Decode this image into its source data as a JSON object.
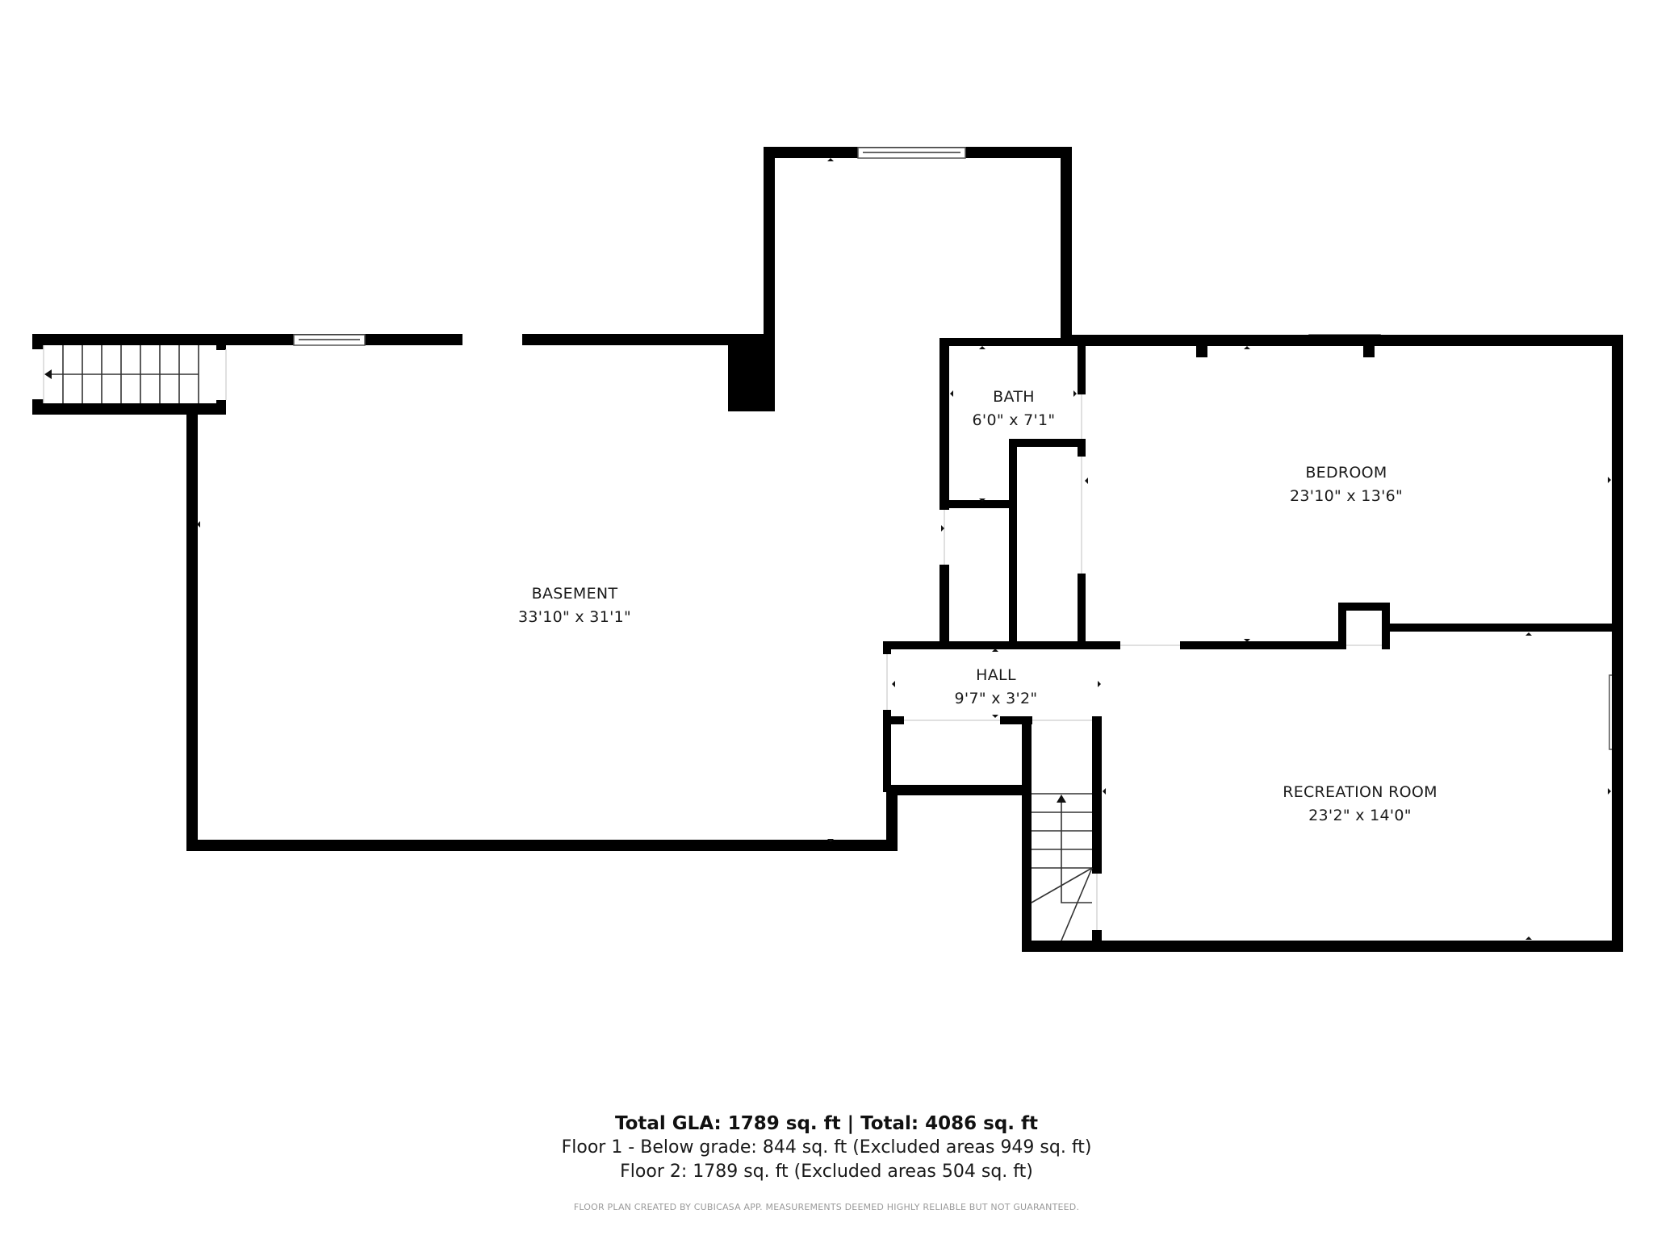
{
  "floor_plan": {
    "rooms": [
      {
        "id": "basement",
        "name": "BASEMENT",
        "dimensions": "33'10\" x 31'1\""
      },
      {
        "id": "bath",
        "name": "BATH",
        "dimensions": "6'0\" x 7'1\""
      },
      {
        "id": "bedroom",
        "name": "BEDROOM",
        "dimensions": "23'10\" x 13'6\""
      },
      {
        "id": "hall",
        "name": "HALL",
        "dimensions": "9'7\" x 3'2\""
      },
      {
        "id": "recreation",
        "name": "RECREATION ROOM",
        "dimensions": "23'2\" x 14'0\""
      }
    ],
    "stairs": [
      {
        "id": "stairs-west",
        "direction": "left",
        "icon": "arrow-left-icon"
      },
      {
        "id": "stairs-south",
        "direction": "up",
        "icon": "arrow-up-icon"
      }
    ],
    "colors": {
      "wall": "#000000",
      "background": "#ffffff",
      "window_stroke": "#555555",
      "disclaimer": "#9a9a9a"
    }
  },
  "summary": {
    "total": "Total GLA: 1789 sq. ft | Total: 4086 sq. ft",
    "floor1": "Floor 1 - Below grade: 844 sq. ft (Excluded areas 949 sq. ft)",
    "floor2": "Floor 2: 1789 sq. ft (Excluded areas 504 sq. ft)"
  },
  "disclaimer": "FLOOR PLAN CREATED BY CUBICASA APP. MEASUREMENTS DEEMED HIGHLY RELIABLE BUT NOT GUARANTEED."
}
